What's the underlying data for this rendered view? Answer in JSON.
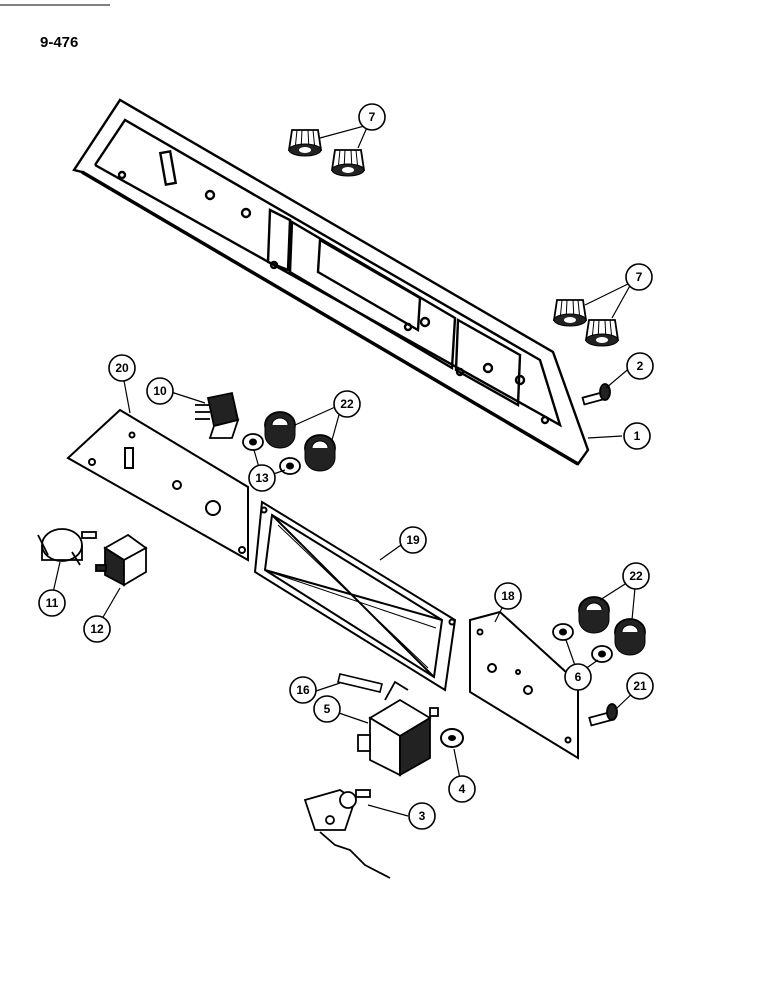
{
  "page_number": "9-476",
  "colors": {
    "ink": "#000000",
    "paper": "#ffffff",
    "shade": "#222222"
  },
  "callouts": [
    {
      "id": "c1",
      "label": "1"
    },
    {
      "id": "c2",
      "label": "2"
    },
    {
      "id": "c3",
      "label": "3"
    },
    {
      "id": "c4",
      "label": "4"
    },
    {
      "id": "c5",
      "label": "5"
    },
    {
      "id": "c6",
      "label": "6"
    },
    {
      "id": "c7a",
      "label": "7"
    },
    {
      "id": "c7b",
      "label": "7"
    },
    {
      "id": "c10",
      "label": "10"
    },
    {
      "id": "c11",
      "label": "11"
    },
    {
      "id": "c12",
      "label": "12"
    },
    {
      "id": "c13",
      "label": "13"
    },
    {
      "id": "c16",
      "label": "16"
    },
    {
      "id": "c18",
      "label": "18"
    },
    {
      "id": "c19",
      "label": "19"
    },
    {
      "id": "c20",
      "label": "20"
    },
    {
      "id": "c21",
      "label": "21"
    },
    {
      "id": "c22a",
      "label": "22"
    },
    {
      "id": "c22b",
      "label": "22"
    }
  ]
}
